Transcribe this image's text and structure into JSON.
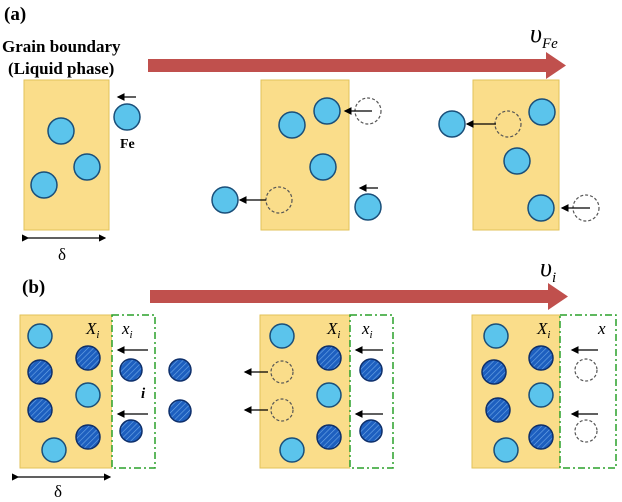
{
  "panel_a": {
    "label": "(a)",
    "gb_label_line1": "Grain boundary",
    "gb_label_line2": "(Liquid phase)",
    "velocity_symbol": "υ",
    "velocity_subscript": "Fe",
    "atom_label": "Fe",
    "width_label": "δ"
  },
  "panel_b": {
    "label": "(b)",
    "velocity_symbol": "υ",
    "velocity_subscript": "i",
    "X_symbol": "X",
    "x_symbol": "x",
    "sub_i": "i",
    "atom_label": "i",
    "width_label": "δ"
  },
  "colors": {
    "grain": "#fadd8a",
    "grain_edge": "#e2c25a",
    "light_atom": "#5bc4ec",
    "dark_atom": "#1d5fbf",
    "arrow": "#c0504d",
    "dashdot": "#2aa02a"
  },
  "icons": {
    "big_arrow": "red-wide-arrow",
    "small_arrow": "black-left-arrow",
    "vacancy": "dashed-circle"
  }
}
